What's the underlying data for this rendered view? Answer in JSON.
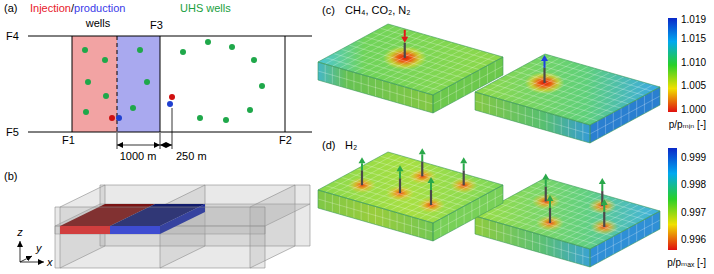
{
  "diagram": {
    "labels": [
      "(a)",
      "Injection",
      "/",
      "production",
      "wells",
      "UHS wells",
      "F3",
      "F4",
      "F5",
      "F1",
      "F2",
      "1000 m",
      "250 m",
      "(b)",
      "z",
      "y",
      "x",
      "(c)",
      "CH₄, CO₂, N₂",
      "1.019",
      "1.015",
      "1.010",
      "1.005",
      "1.000",
      "p/pₘᵢₙ [-]",
      "(d)",
      "H₂",
      "0.999",
      "0.998",
      "0.997",
      "0.996",
      "p/pₘₐₓ [-]"
    ]
  }
}
